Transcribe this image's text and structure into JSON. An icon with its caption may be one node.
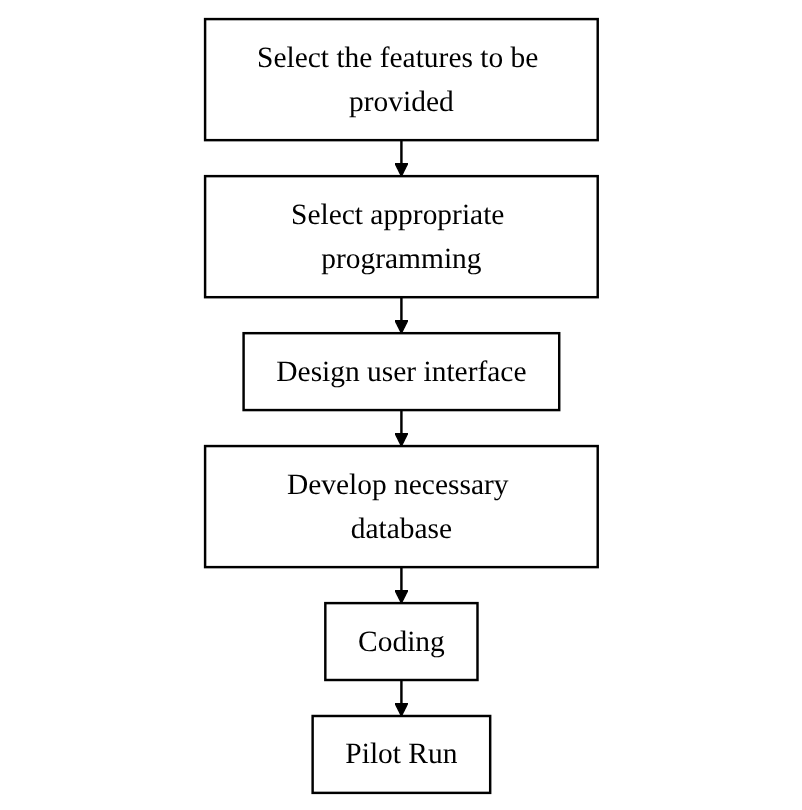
{
  "diagram": {
    "nodes": [
      {
        "text": [
          "Select the features to be provided"
        ]
      },
      {
        "text": [
          "Select appropriate programming"
        ]
      },
      {
        "text": [
          "Design user interface"
        ]
      },
      {
        "text": [
          "Develop necessary database"
        ]
      },
      {
        "text": [
          "Coding"
        ]
      },
      {
        "text": [
          "Pilot Run"
        ]
      }
    ],
    "edges": [
      {
        "from": 0,
        "to": 1,
        "arrow": "to"
      },
      {
        "from": 1,
        "to": 2,
        "arrow": "to"
      },
      {
        "from": 2,
        "to": 3,
        "arrow": "to"
      },
      {
        "from": 3,
        "to": 4,
        "arrow": "to"
      },
      {
        "from": 4,
        "to": 5,
        "arrow": "to"
      }
    ]
  }
}
